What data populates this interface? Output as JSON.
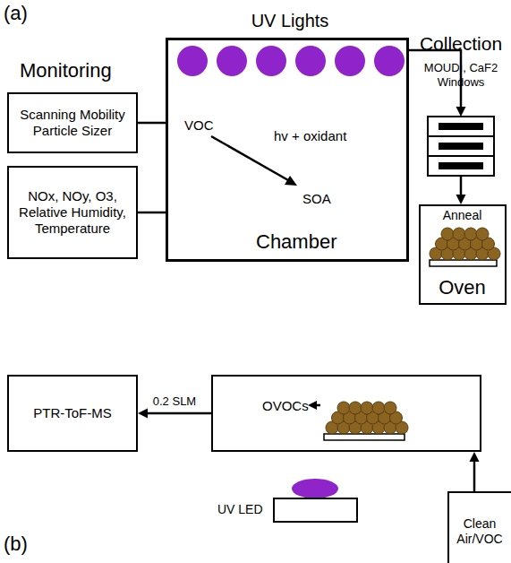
{
  "diagram": {
    "nodes": [
      {
        "text": [
          "Scanning Mobility Particle Sizer"
        ]
      },
      {
        "text": [
          "NOx, NOy, O3, Relative Humidity, Temperature"
        ]
      },
      {
        "text": [
          "UV Lights",
          "VOC",
          "hv + oxidant",
          "SOA",
          "Chamber"
        ]
      },
      {
        "text": [
          "Collection",
          "MOUDI, CaF2 Windows"
        ]
      },
      {
        "text": [
          "Anneal",
          "Oven"
        ]
      },
      {
        "text": [
          "PTR-ToF-MS"
        ]
      },
      {
        "text": [
          "OVOCs"
        ]
      },
      {
        "text": [
          "UV LED"
        ]
      },
      {
        "text": [
          "Clean Air/VOC"
        ]
      }
    ],
    "edges": [
      {
        "from": 0,
        "to": 2,
        "arrow": "none"
      },
      {
        "from": 1,
        "to": 2,
        "arrow": "none"
      },
      {
        "from": 2,
        "to": 3,
        "arrow": "to"
      },
      {
        "from": 3,
        "to": 4,
        "arrow": "to"
      },
      {
        "from": 6,
        "to": 5,
        "label": "0.2 SLM",
        "arrow": "to"
      },
      {
        "from": 8,
        "to": 6,
        "arrow": "to"
      }
    ],
    "labels": [
      "(a)",
      "Monitoring",
      "(b)"
    ]
  }
}
